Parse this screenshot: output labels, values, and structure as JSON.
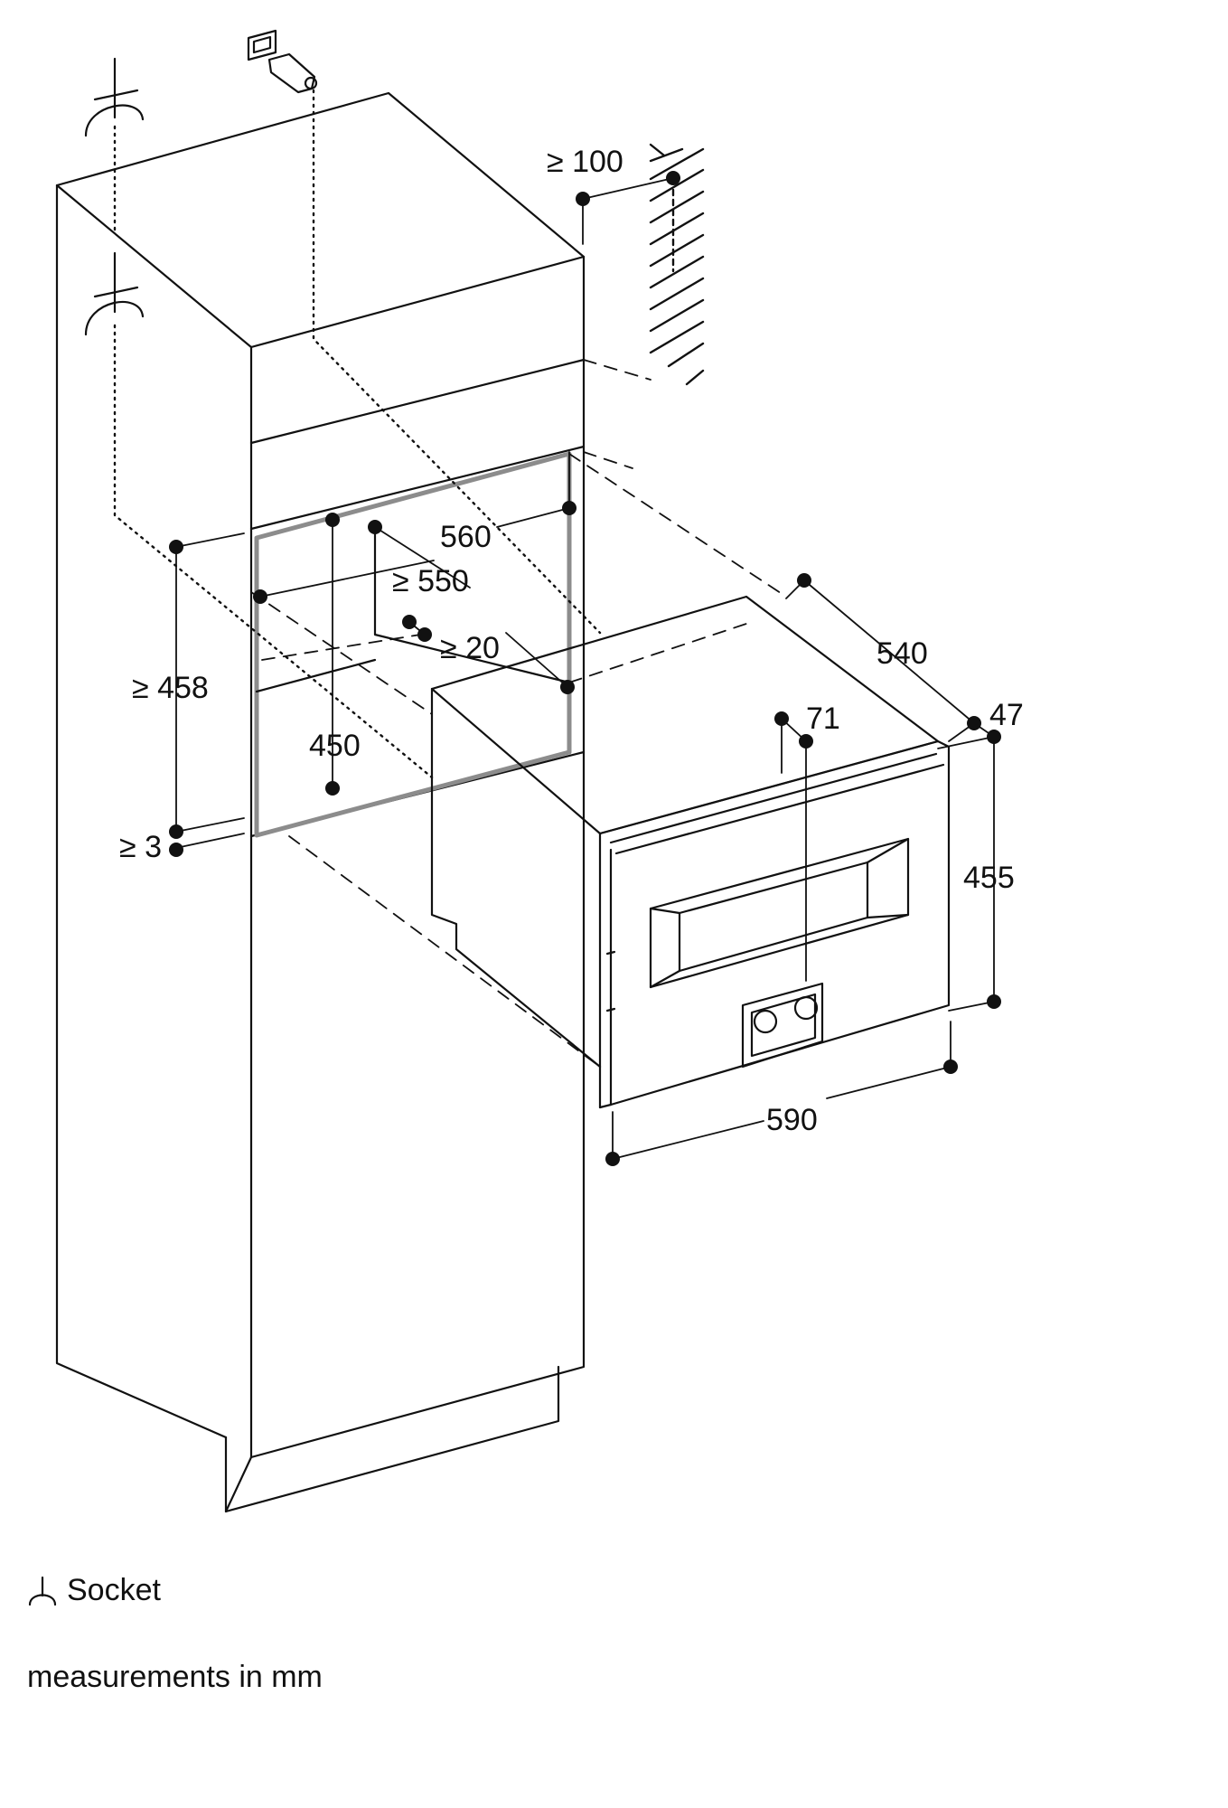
{
  "dimensions": {
    "d100": "≥ 100",
    "d560": "560",
    "d550": "≥ 550",
    "d20": "≥ 20",
    "d458": "≥ 458",
    "d450": "450",
    "d3": "≥ 3",
    "d540": "540",
    "d71": "71",
    "d47": "47",
    "d455": "455",
    "d590": "590"
  },
  "legend": {
    "socket_label": "Socket",
    "units_label": "measurements in mm"
  }
}
